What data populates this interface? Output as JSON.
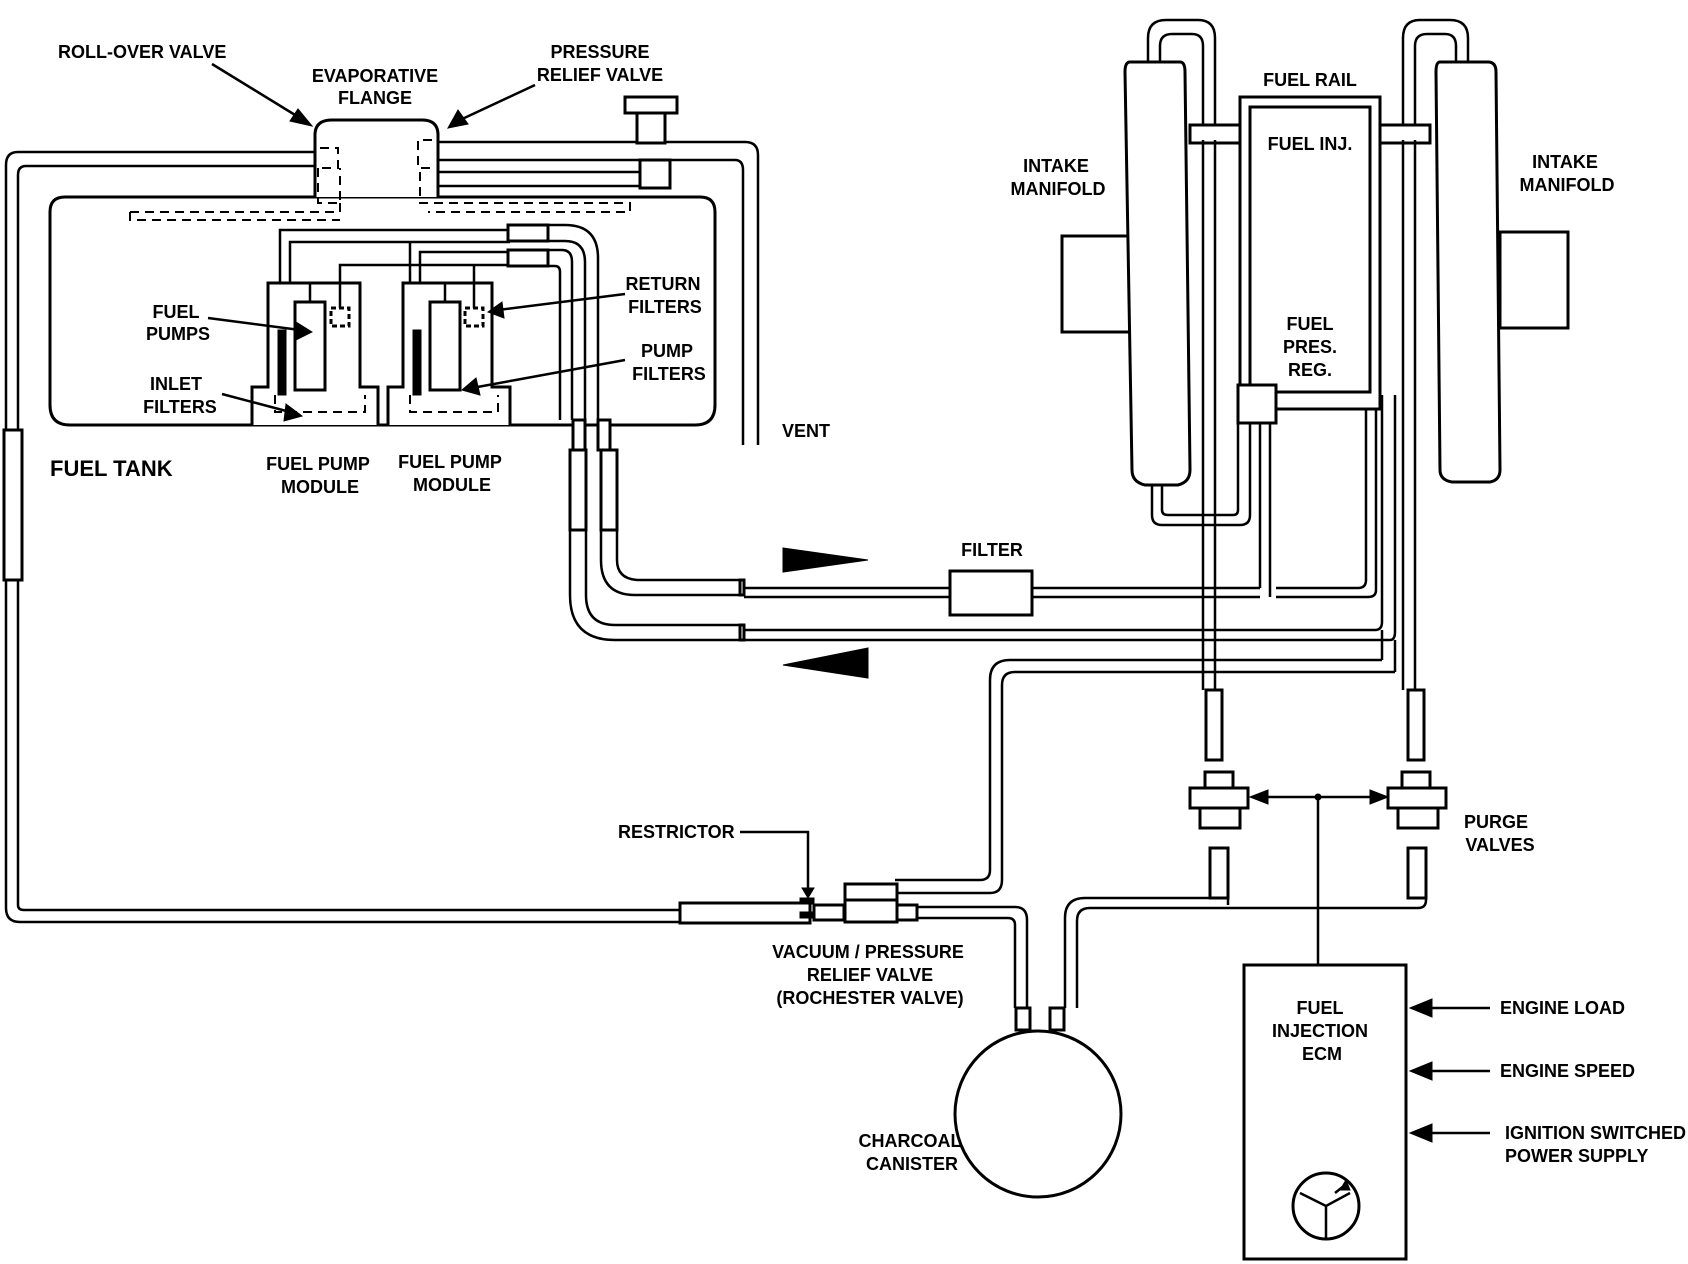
{
  "labels": {
    "roll_over_valve": "ROLL-OVER VALVE",
    "evaporative_flange": [
      "EVAPORATIVE",
      "FLANGE"
    ],
    "pressure_relief_valve": [
      "PRESSURE",
      "RELIEF VALVE"
    ],
    "fuel_tank": "FUEL TANK",
    "fuel_pumps": [
      "FUEL",
      "PUMPS"
    ],
    "inlet_filters": [
      "INLET",
      "FILTERS"
    ],
    "return_filters": [
      "RETURN",
      "FILTERS"
    ],
    "pump_filters": [
      "PUMP",
      "FILTERS"
    ],
    "fuel_pump_module_1": [
      "FUEL PUMP",
      "MODULE"
    ],
    "fuel_pump_module_2": [
      "FUEL PUMP",
      "MODULE"
    ],
    "vent": "VENT",
    "filter": "FILTER",
    "fuel_rail": "FUEL RAIL",
    "fuel_inj": "FUEL INJ.",
    "intake_manifold_left": [
      "INTAKE",
      "MANIFOLD"
    ],
    "intake_manifold_right": [
      "INTAKE",
      "MANIFOLD"
    ],
    "fuel_pres_reg": [
      "FUEL",
      "PRES.",
      "REG."
    ],
    "purge_valves": [
      "PURGE",
      "VALVES"
    ],
    "restrictor": "RESTRICTOR",
    "vacuum_pressure_relief_valve": [
      "VACUUM / PRESSURE",
      "RELIEF VALVE",
      "(ROCHESTER VALVE)"
    ],
    "charcoal_canister": [
      "CHARCOAL",
      "CANISTER"
    ],
    "fuel_injection_ecm": [
      "FUEL",
      "INJECTION",
      "ECM"
    ],
    "engine_load": "ENGINE LOAD",
    "engine_speed": "ENGINE SPEED",
    "ignition_switched_power_supply": [
      "IGNITION SWITCHED",
      "POWER SUPPLY"
    ]
  },
  "colors": {
    "line": "#000000",
    "background": "#ffffff"
  }
}
